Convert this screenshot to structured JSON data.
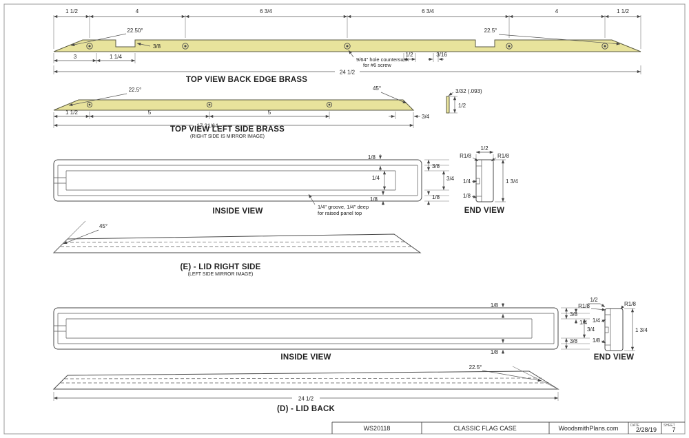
{
  "colors": {
    "brass": "#e8e39c",
    "line": "#4a4a4a",
    "border": "#9a9a9a"
  },
  "v1": {
    "label": "TOP VIEW BACK EDGE BRASS",
    "a": "1 1/2",
    "b": "4",
    "c": "6 3/4",
    "d": "6 3/4",
    "e": "4",
    "f": "1 1/2",
    "angL": "22.50°",
    "angR": "22.5°",
    "n38": "3/8",
    "d3": "3",
    "d114": "1 1/4",
    "d12": "1/2",
    "d316": "3/16",
    "total": "24 1/2",
    "note1": "9/64\" hole countersunk",
    "note2": "for #6 screw"
  },
  "v2": {
    "label": "TOP VIEW LEFT SIDE BRASS",
    "sub": "(RIGHT SIDE IS MIRROR IMAGE)",
    "angL": "22.5°",
    "angR": "45°",
    "a": "1 1/2",
    "b": "5",
    "c": "5",
    "total": "17 21/64",
    "d34": "3/4",
    "thick": "3/32 (.093)",
    "h12": "1/2"
  },
  "v3": {
    "label": "INSIDE VIEW",
    "t18": "1/8",
    "q14": "1/4",
    "s38": "3/8",
    "s34": "3/4",
    "b18": "1/8",
    "b18b": "1/8",
    "note1": "1/4\" groove, 1/4\" deep",
    "note2": "for raised panel top"
  },
  "e1": {
    "label": "END VIEW",
    "w12": "1/2",
    "rl": "R1/8",
    "rr": "R1/8",
    "h134": "1 3/4",
    "q14": "1/4",
    "e18": "1/8"
  },
  "v4": {
    "label": "(E) - LID RIGHT SIDE",
    "sub": "(LEFT SIDE MIRROR IMAGE)",
    "ang": "45°"
  },
  "v5": {
    "label": "INSIDE VIEW",
    "t18": "1/8",
    "s38a": "3/8",
    "q14": "1/4",
    "s34": "3/4",
    "s38b": "3/8",
    "b18": "1/8"
  },
  "e2": {
    "label": "END VIEW",
    "w12": "1/2",
    "rl": "R1/8",
    "rr": "R1/8",
    "q14": "1/4",
    "h134": "1 3/4",
    "e18": "1/8"
  },
  "v6": {
    "label": "(D) - LID BACK",
    "ang": "22.5°",
    "total": "24 1/2"
  },
  "tb": {
    "part": "WS20118",
    "title": "CLASSIC FLAG CASE",
    "site": "WoodsmithPlans.com",
    "date_label": "DATE",
    "date": "2/28/19",
    "sheet_label": "SHEET",
    "sheet": "7"
  }
}
